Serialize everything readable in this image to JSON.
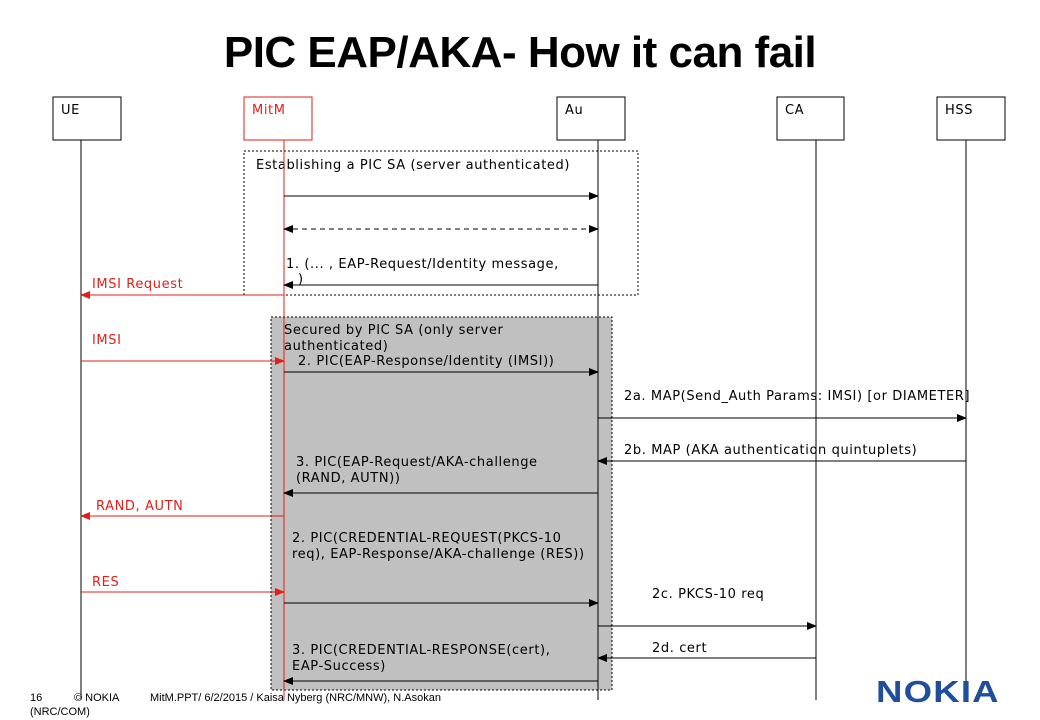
{
  "title": "PIC EAP/AKA- How it can fail",
  "colors": {
    "attacker": "#e0201a",
    "normal": "#000000",
    "secure_box_fill": "#c0c0c0"
  },
  "entities": [
    {
      "id": "ue",
      "label": "UE",
      "attacker": false
    },
    {
      "id": "mitm",
      "label": "MitM",
      "attacker": true
    },
    {
      "id": "au",
      "label": "Au",
      "attacker": false
    },
    {
      "id": "ca",
      "label": "CA",
      "attacker": false
    },
    {
      "id": "hss",
      "label": "HSS",
      "attacker": false
    }
  ],
  "regions": {
    "establish": {
      "label": "Establishing a PIC SA (server authenticated)"
    },
    "secured": {
      "label": [
        "Secured by PIC SA (only server",
        "authenticated)"
      ]
    }
  },
  "messages": [
    {
      "from": "mitm",
      "to": "au",
      "style": "solid",
      "label": []
    },
    {
      "from": "mitm",
      "to": "au",
      "style": "dashed-both",
      "label": []
    },
    {
      "from": "au",
      "to": "mitm",
      "style": "solid",
      "label": [
        "1. (... , EAP-Request/Identity message,",
        ")"
      ]
    },
    {
      "from": "mitm",
      "to": "ue",
      "style": "attacker",
      "label": [
        "IMSI Request"
      ]
    },
    {
      "from": "ue",
      "to": "mitm",
      "style": "attacker",
      "label": [
        "IMSI"
      ]
    },
    {
      "from": "mitm",
      "to": "au",
      "style": "solid",
      "label": [
        "2. PIC(EAP-Response/Identity (IMSI))"
      ]
    },
    {
      "from": "au",
      "to": "hss",
      "style": "solid",
      "label": [
        "2a. MAP(Send_Auth Params: IMSI) [or DIAMETER]"
      ]
    },
    {
      "from": "hss",
      "to": "au",
      "style": "solid",
      "label": [
        "2b. MAP (AKA authentication quintuplets)"
      ]
    },
    {
      "from": "au",
      "to": "mitm",
      "style": "solid",
      "label": [
        "3. PIC(EAP-Request/AKA-challenge",
        "(RAND, AUTN))"
      ]
    },
    {
      "from": "mitm",
      "to": "ue",
      "style": "attacker",
      "label": [
        "RAND, AUTN"
      ]
    },
    {
      "from": "ue",
      "to": "mitm",
      "style": "attacker",
      "label": [
        "RES"
      ]
    },
    {
      "from": "mitm",
      "to": "au",
      "style": "solid",
      "label": [
        "2. PIC(CREDENTIAL-REQUEST(PKCS-10",
        "req), EAP-Response/AKA-challenge (RES))"
      ]
    },
    {
      "from": "au",
      "to": "ca",
      "style": "solid",
      "label": [
        "2c. PKCS-10 req"
      ]
    },
    {
      "from": "ca",
      "to": "au",
      "style": "solid",
      "label": [
        "2d. cert"
      ]
    },
    {
      "from": "au",
      "to": "mitm",
      "style": "solid",
      "label": [
        "3. PIC(CREDENTIAL-RESPONSE(cert),",
        "EAP-Success)"
      ]
    }
  ],
  "footer": {
    "page": "16",
    "copyright": "© NOKIA",
    "dept": "(NRC/COM)",
    "file": "MitM.PPT/ 6/2/2015 / Kaisa Nyberg (NRC/MNW), N.Asokan"
  },
  "logo_text": "NOKIA"
}
